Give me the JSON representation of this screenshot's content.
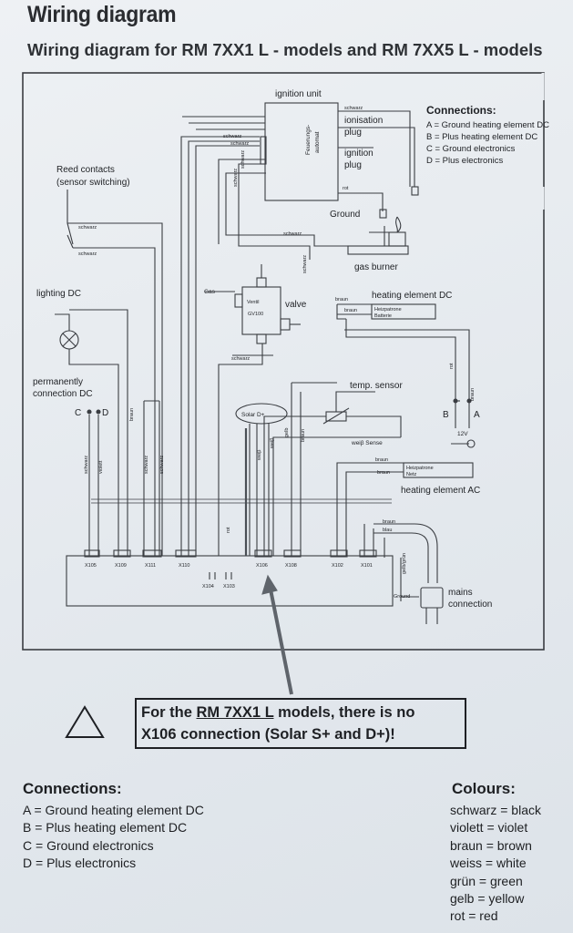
{
  "title": "Wiring diagram",
  "subtitle": "Wiring diagram for RM 7XX1 L - models and RM 7XX5 L - models",
  "diagram": {
    "ignition_unit": "ignition unit",
    "feuerungs": "Feuerungs-",
    "automat": "automat",
    "ionisation": "ionisation",
    "plug1": "plug",
    "ignition": "ignition",
    "plug2": "plug",
    "ground": "Ground",
    "gas_burner": "gas burner",
    "reed": "Reed contacts",
    "reed_sub": "(sensor switching)",
    "lighting": "lighting DC",
    "perm1": "permanently",
    "perm2": "connection DC",
    "valve_ventil": "Ventil",
    "valve_model": "GV100",
    "valve": "valve",
    "gas": "Gas",
    "heating_dc": "heating element DC",
    "heating_ac": "heating element AC",
    "temp_sensor": "temp. sensor",
    "solar": "Solar  D+",
    "weiss_sense": "weiβ Sense",
    "heiz1": "Heizpatrone",
    "batterie": "Batterie",
    "heiz2": "Heizpatrone",
    "netz": "Netz",
    "v12": "12V",
    "label_c": "C",
    "label_d": "D",
    "label_b": "B",
    "label_a": "A",
    "mains1": "mains",
    "mains2": "connection",
    "ground2": "Ground",
    "connectors": [
      "X105",
      "X109",
      "X111",
      "X110",
      "X106",
      "X108",
      "X102",
      "X101"
    ],
    "x104": "X104",
    "x103": "X103",
    "wire_labels": {
      "schwarz": "schwarz",
      "violett": "violett",
      "braun": "braun",
      "rot": "rot",
      "weiss": "weiβ",
      "gelb": "gelb",
      "blau": "blau",
      "gelbgruen": "gelb/grün"
    },
    "connections_title": "Connections:",
    "connections": [
      "A = Ground heating element DC",
      "B = Plus heating element DC",
      "C = Ground electronics",
      "D = Plus electronics"
    ]
  },
  "note": {
    "line1_pre": "For the ",
    "line1_model": "RM 7XX1 L",
    "line1_post": " models, there is no",
    "line2": "X106 connection  (Solar S+  and  D+)!"
  },
  "legend": {
    "connections_title": "Connections:",
    "connections": [
      "A = Ground heating element DC",
      "B = Plus heating element DC",
      "C = Ground electronics",
      "D = Plus electronics"
    ],
    "colours_title": "Colours:",
    "colours": [
      "schwarz = black",
      "violett = violet",
      "braun = brown",
      "weiss = white",
      "grün = green",
      "gelb = yellow",
      "rot = red"
    ]
  },
  "colors": {
    "line": "#3a3d42",
    "arrow": "#5f646b",
    "page": "#e9edf1"
  }
}
